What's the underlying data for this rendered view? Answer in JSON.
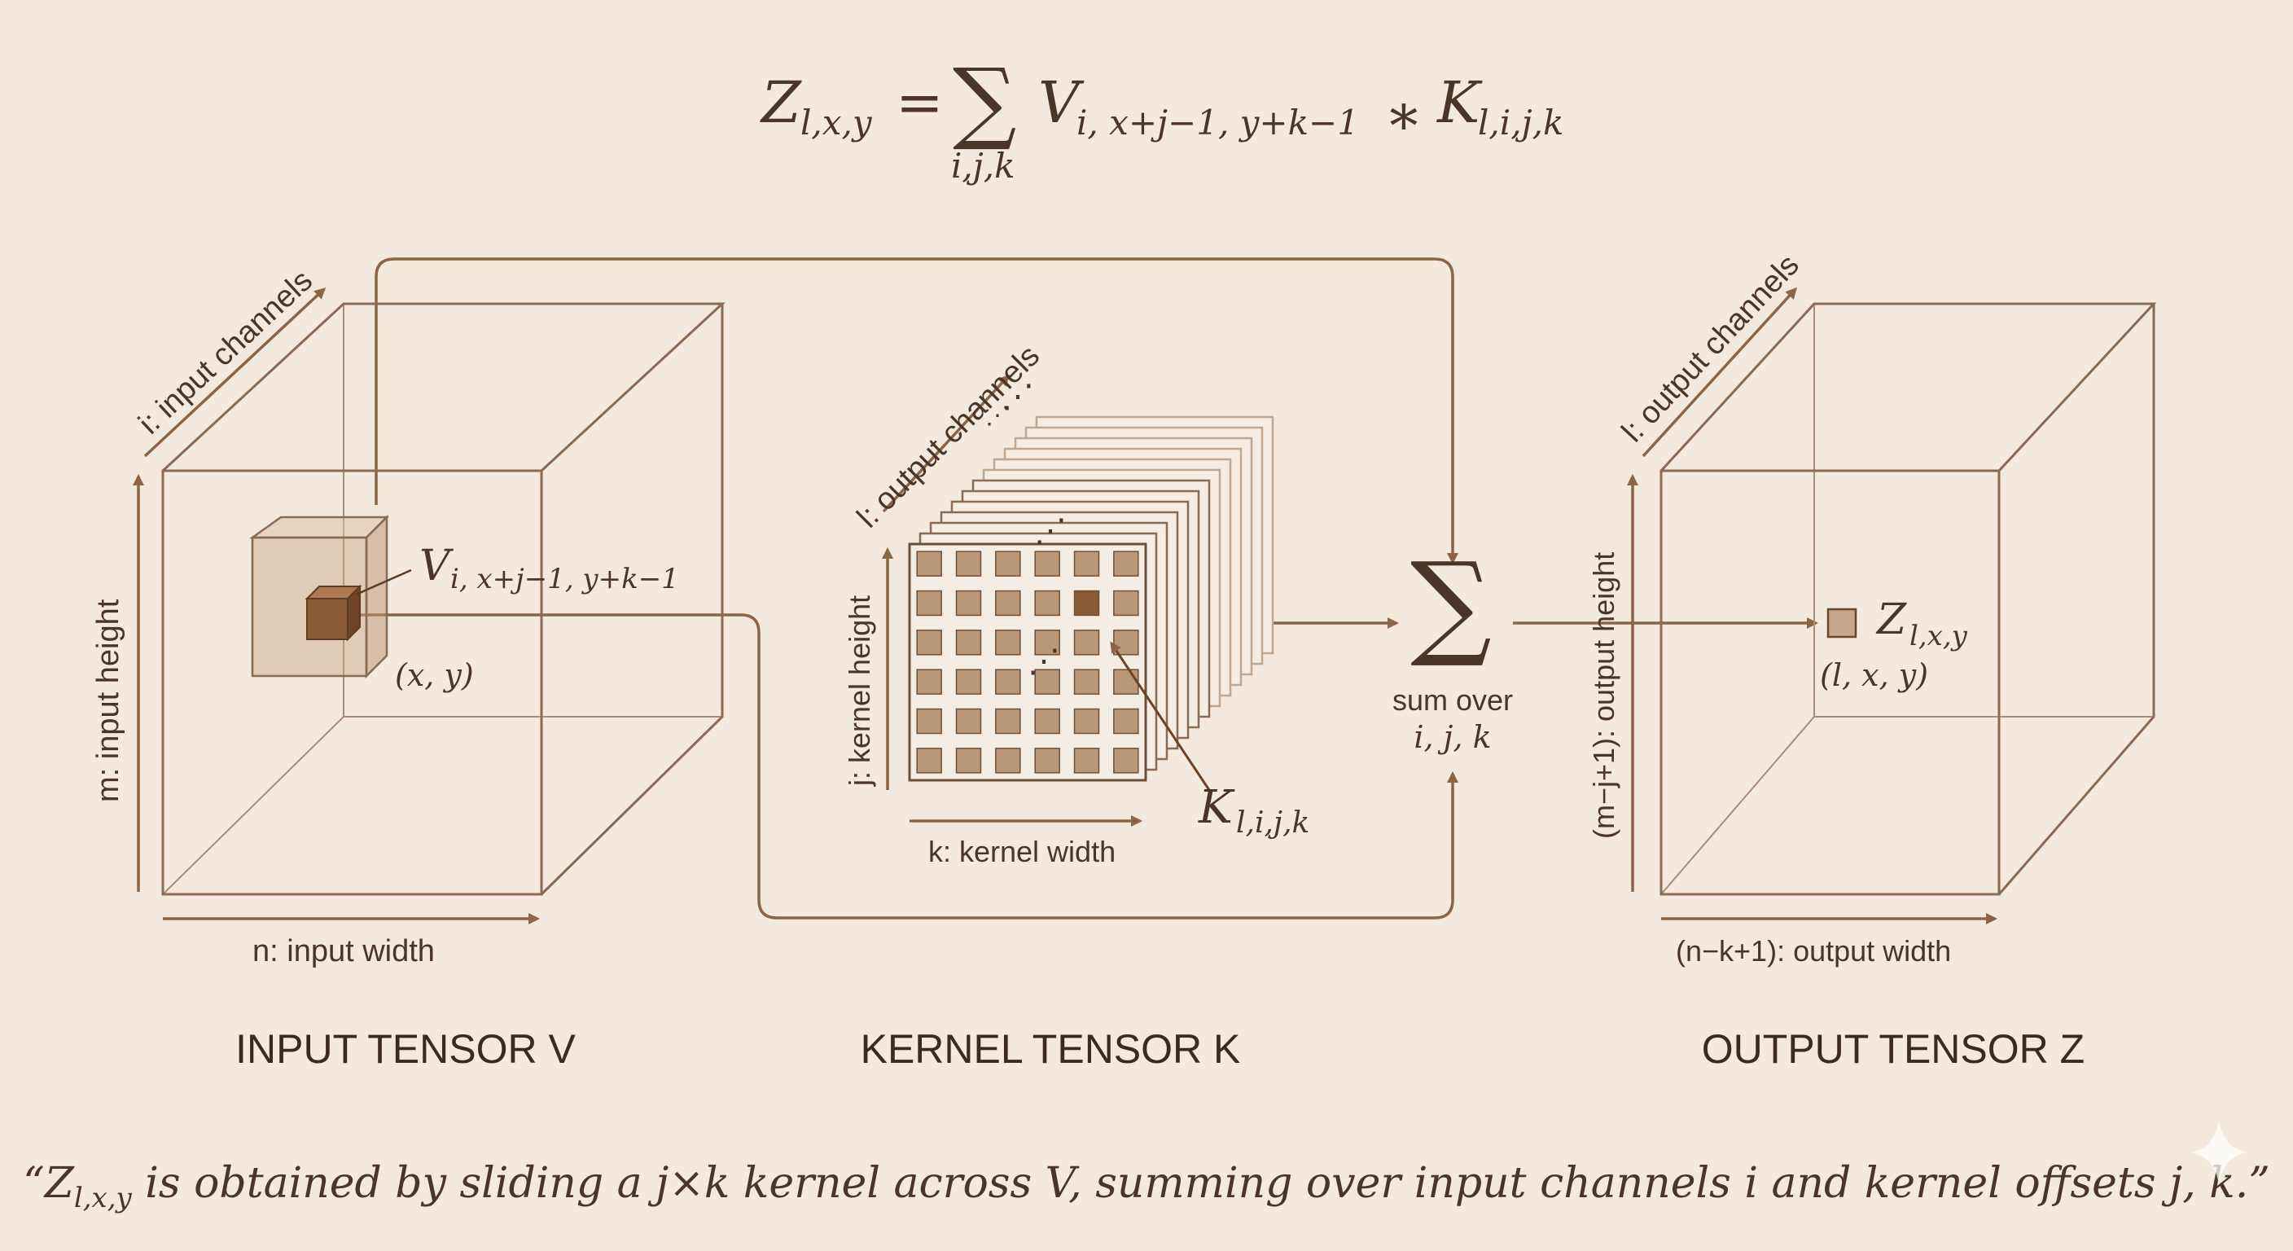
{
  "formula": {
    "lhs": "Z",
    "lhs_sub": "l,x,y",
    "equals": "=",
    "sum_symbol": "∑",
    "sum_under": "i,j,k",
    "v": "V",
    "v_sub": "i, x+j−1, y+k−1",
    "times": "∗",
    "k": "K",
    "k_sub": "l,i,j,k"
  },
  "input_tensor": {
    "channels_label": "i: input channels",
    "height_label": "m: input height",
    "width_label": "n: input width",
    "patch_label": "V",
    "patch_label_sub": "i, x+j−1, y+k−1",
    "position_label": "(x, y)",
    "title": "INPUT TENSOR V"
  },
  "kernel_tensor": {
    "channels_label": "l: output channels",
    "height_label": "j: kernel height",
    "width_label": "k: kernel width",
    "element_label": "K",
    "element_label_sub": "l,i,j,k",
    "title": "KERNEL TENSOR K",
    "grid_rows": 6,
    "grid_cols": 6
  },
  "summation": {
    "symbol": "∑",
    "label_line1": "sum over",
    "label_line2": "i, j, k"
  },
  "output_tensor": {
    "channels_label": "l: output channels",
    "height_label": "(m−j+1): output height",
    "width_label": "(n−k+1): output width",
    "element_label": "Z",
    "element_label_sub": "l,x,y",
    "position_label": "(l, x, y)",
    "title": "OUTPUT TENSOR Z"
  },
  "caption": "“Z_{l,x,y} is obtained by sliding a j×k kernel across V, summing over input channels i and kernel offsets j, k.”",
  "colors": {
    "background": "#f3e9dd",
    "ink": "#4b3526",
    "line": "#8a6a50",
    "cell": "#b89878",
    "highlight": "#8a5a35"
  }
}
